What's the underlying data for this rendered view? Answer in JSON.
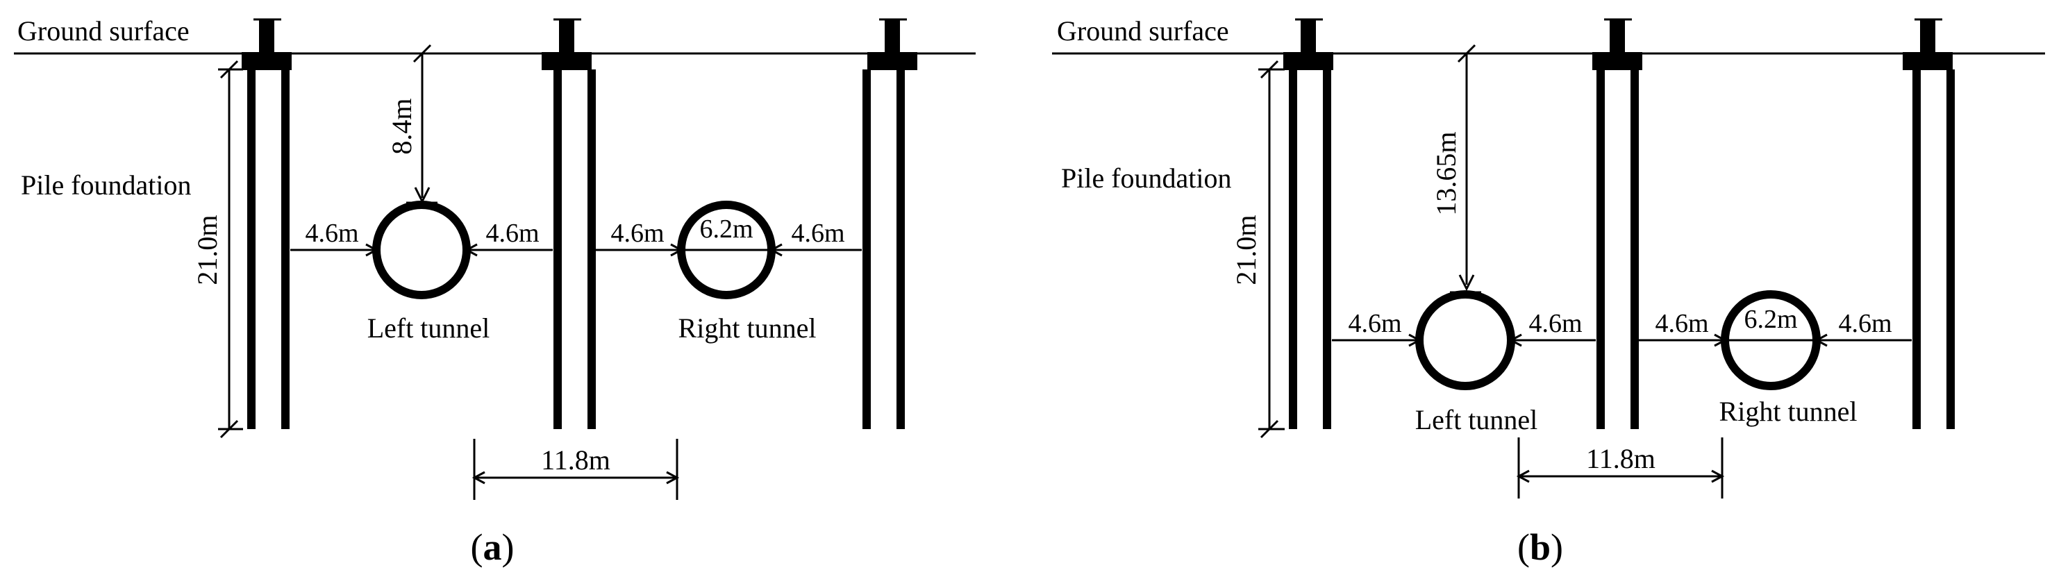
{
  "figure": {
    "panels": [
      {
        "id": "a",
        "caption_letter": "a",
        "ground_label": "Ground surface",
        "pile_label": "Pile foundation",
        "pile_length": "21.0m",
        "cover_depth": "8.4m",
        "pile_to_tunnel_1": "4.6m",
        "pile_to_tunnel_2": "4.6m",
        "pile_to_tunnel_3": "4.6m",
        "pile_to_tunnel_4": "4.6m",
        "tunnel_diameter": "6.2m",
        "tunnel_spacing": "11.8m",
        "left_tunnel_label": "Left tunnel",
        "right_tunnel_label": "Right tunnel"
      },
      {
        "id": "b",
        "caption_letter": "b",
        "ground_label": "Ground surface",
        "pile_label": "Pile foundation",
        "pile_length": "21.0m",
        "cover_depth": "13.65m",
        "pile_to_tunnel_1": "4.6m",
        "pile_to_tunnel_2": "4.6m",
        "pile_to_tunnel_3": "4.6m",
        "pile_to_tunnel_4": "4.6m",
        "tunnel_diameter": "6.2m",
        "tunnel_spacing": "11.8m",
        "left_tunnel_label": "Left tunnel",
        "right_tunnel_label": "Right tunnel"
      }
    ]
  }
}
